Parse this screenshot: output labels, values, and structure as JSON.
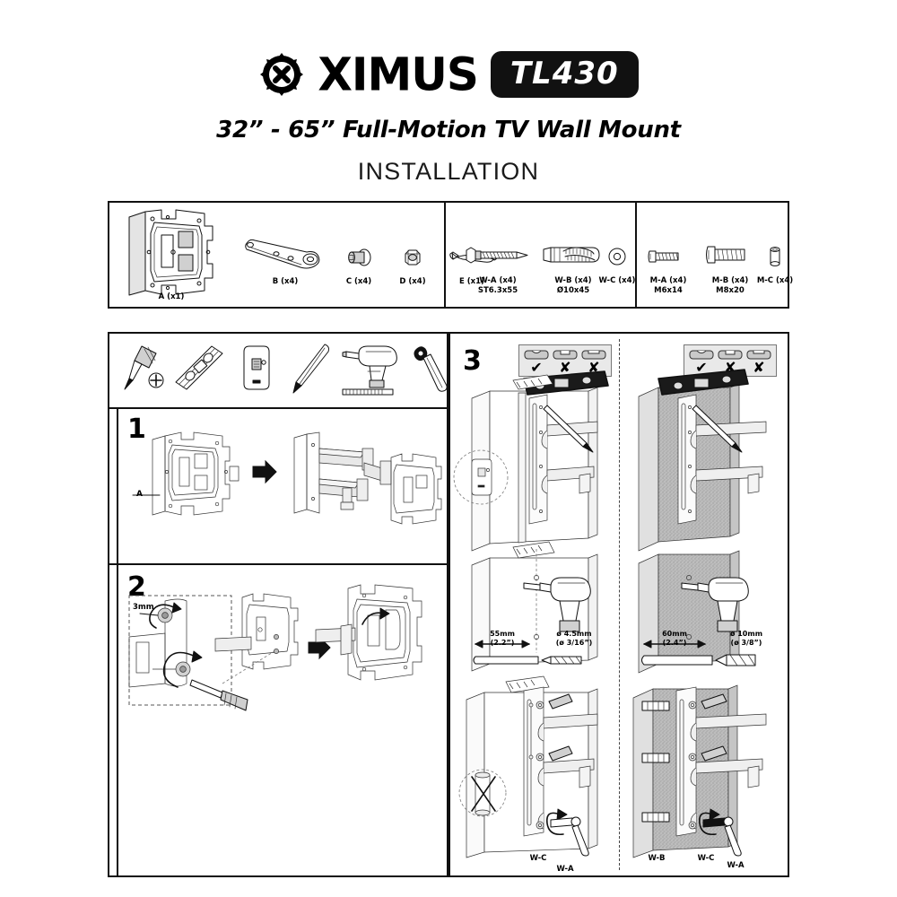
{
  "header": {
    "brand": "XIMUS",
    "logo_icon": "oximus-gear-logo",
    "model": "TL430",
    "subtitle": "32” - 65” Full-Motion TV Wall Mount",
    "section_title": "INSTALLATION"
  },
  "parts": {
    "group_mount": [
      {
        "id": "A",
        "label": "A (x1)",
        "spec": "",
        "icon": "wall-plate-bracket"
      },
      {
        "id": "B",
        "label": "B (x4)",
        "spec": "",
        "icon": "arm-link"
      },
      {
        "id": "C",
        "label": "C (x4)",
        "spec": "",
        "icon": "cap-screw"
      },
      {
        "id": "D",
        "label": "D (x4)",
        "spec": "",
        "icon": "lock-nut"
      },
      {
        "id": "E",
        "label": "E (x1)",
        "spec": "",
        "icon": "open-wrench"
      }
    ],
    "group_wall": [
      {
        "id": "W-A",
        "label": "W-A (x4)",
        "spec": "ST6.3x55",
        "icon": "lag-screw"
      },
      {
        "id": "W-B",
        "label": "W-B (x4)",
        "spec": "Ø10x45",
        "icon": "wall-anchor"
      },
      {
        "id": "W-C",
        "label": "W-C (x4)",
        "spec": "",
        "icon": "flat-washer"
      }
    ],
    "group_machine": [
      {
        "id": "M-A",
        "label": "M-A (x4)",
        "spec": "M6x14",
        "icon": "machine-screw-short"
      },
      {
        "id": "M-B",
        "label": "M-B (x4)",
        "spec": "M8x20",
        "icon": "machine-screw-long"
      },
      {
        "id": "M-C",
        "label": "M-C (x4)",
        "spec": "",
        "icon": "spacer-sleeve"
      }
    ]
  },
  "tools": [
    {
      "name": "phillips-screwdriver",
      "label": ""
    },
    {
      "name": "spirit-level",
      "label": ""
    },
    {
      "name": "stud-finder",
      "label": ""
    },
    {
      "name": "pencil",
      "label": ""
    },
    {
      "name": "power-drill-and-bit",
      "label": ""
    },
    {
      "name": "socket-wrench",
      "label": ""
    }
  ],
  "steps": [
    {
      "number": "1",
      "callouts": [
        {
          "text": "A",
          "name": "part-a-callout"
        }
      ]
    },
    {
      "number": "2",
      "callouts": [
        {
          "text": "3mm",
          "name": "gap-3mm-callout"
        }
      ]
    },
    {
      "number": "3",
      "callouts": []
    }
  ],
  "step3": {
    "wall_types_legend": [
      {
        "icon": "wood-stud-wall",
        "mark": "✔",
        "name": "wall-type-ok"
      },
      {
        "icon": "hollow-wall",
        "mark": "✘",
        "name": "wall-type-no-1"
      },
      {
        "icon": "thin-panel-wall",
        "mark": "✘",
        "name": "wall-type-no-2"
      }
    ],
    "left_column": {
      "wall_kind": "wood-stud-drywall",
      "drill_depth": "55mm",
      "drill_depth_imperial": "(2.2”)",
      "drill_diameter": "ø 4.5mm",
      "drill_diameter_imperial": "(ø 3/16”)",
      "no_anchor_mark": "✘",
      "hardware_callouts": [
        "W-C",
        "W-A"
      ]
    },
    "right_column": {
      "wall_kind": "concrete-brick",
      "drill_depth": "60mm",
      "drill_depth_imperial": "(2.4”)",
      "drill_diameter": "ø 10mm",
      "drill_diameter_imperial": "(ø 3/8”)",
      "hardware_callouts": [
        "W-B",
        "W-C",
        "W-A"
      ]
    }
  },
  "colors": {
    "ink": "#111111",
    "badge_bg": "#111111",
    "badge_text": "#ffffff",
    "panel_border": "#111111",
    "legend_bg": "#e9e9e9",
    "concrete": "#b8b8b8"
  }
}
